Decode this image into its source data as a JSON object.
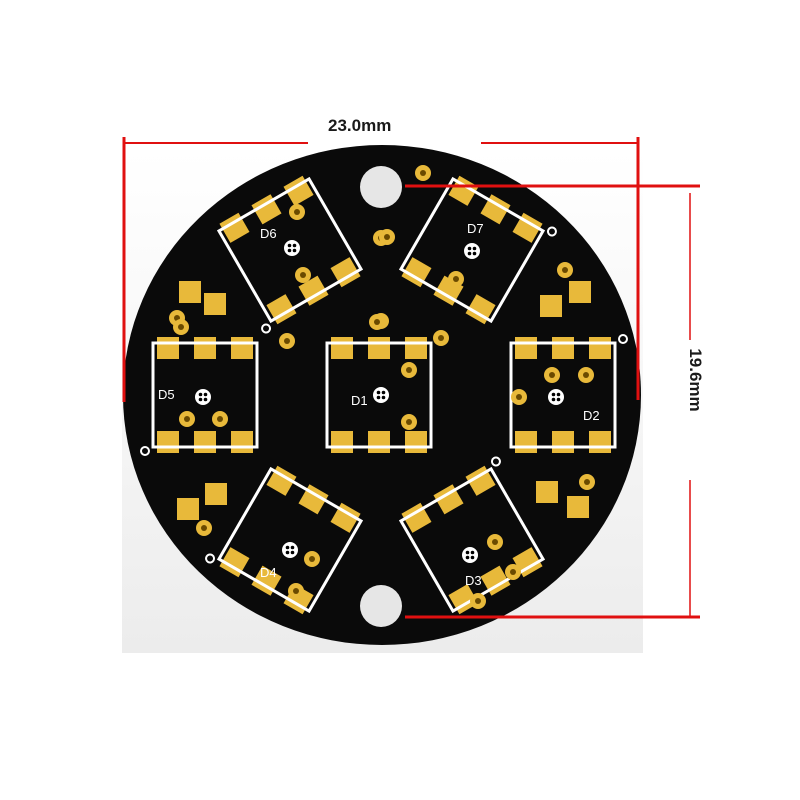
{
  "image": {
    "subject": "round black PCB with 7 RGB LED footprints and dimension annotations",
    "colors": {
      "pcb": "#0a0a0a",
      "pad": "#e8b93a",
      "silkscreen": "#ffffff",
      "dimension_line": "#e01010",
      "background": "#ffffff"
    }
  },
  "dimensions": {
    "width_label": "23.0mm",
    "height_label": "19.6mm"
  },
  "components": [
    {
      "ref": "D1",
      "label": "D1"
    },
    {
      "ref": "D2",
      "label": "D2"
    },
    {
      "ref": "D3",
      "label": "D3"
    },
    {
      "ref": "D4",
      "label": "D4"
    },
    {
      "ref": "D5",
      "label": "D5"
    },
    {
      "ref": "D6",
      "label": "D6"
    },
    {
      "ref": "D7",
      "label": "D7"
    }
  ]
}
